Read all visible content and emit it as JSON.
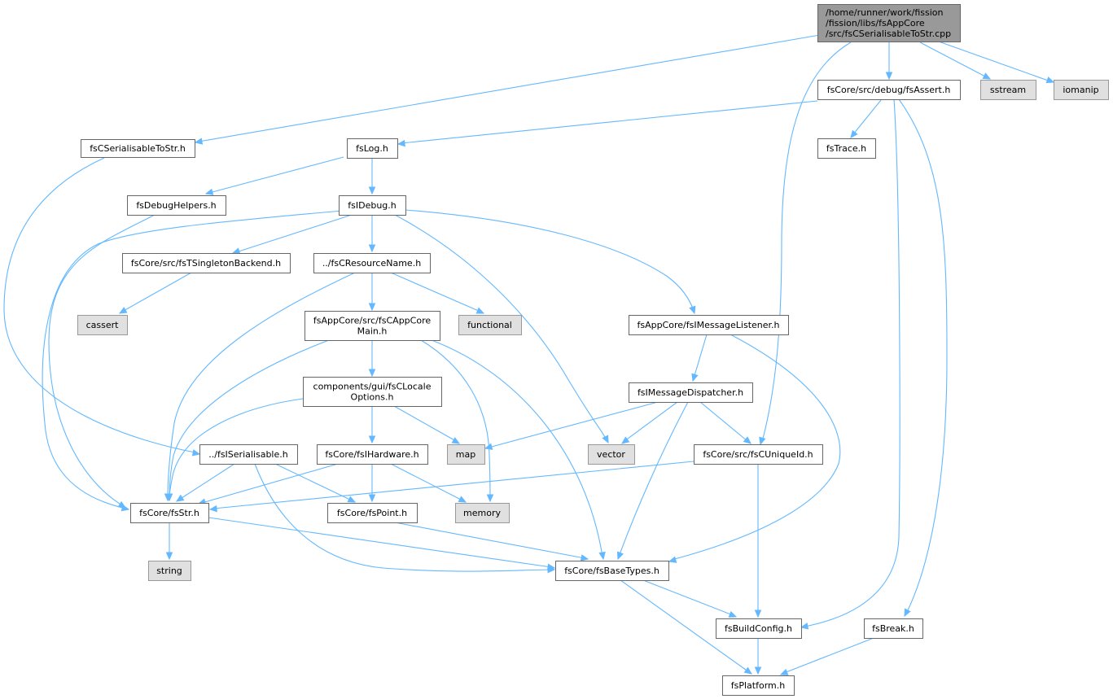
{
  "graph": {
    "colors": {
      "edge": "#63b8ff",
      "root_fill": "#999999",
      "local_fill": "#ffffff",
      "system_fill": "#e0e0e0",
      "border": "#666666"
    },
    "nodes": [
      {
        "id": "root",
        "kind": "root",
        "lines": [
          "/home/runner/work/fission",
          "/fission/libs/fsAppCore",
          "/src/fsCSerialisableToStr.cpp"
        ]
      },
      {
        "id": "fscserialisabletostr_h",
        "kind": "local",
        "lines": [
          "fsCSerialisableToStr.h"
        ]
      },
      {
        "id": "fsassert_h",
        "kind": "local",
        "lines": [
          "fsCore/src/debug/fsAssert.h"
        ]
      },
      {
        "id": "sstream",
        "kind": "system",
        "lines": [
          "sstream"
        ]
      },
      {
        "id": "iomanip",
        "kind": "system",
        "lines": [
          "iomanip"
        ]
      },
      {
        "id": "fslog_h",
        "kind": "local",
        "lines": [
          "fsLog.h"
        ]
      },
      {
        "id": "fstrace_h",
        "kind": "local",
        "lines": [
          "fsTrace.h"
        ]
      },
      {
        "id": "fsdebughelpers_h",
        "kind": "local",
        "lines": [
          "fsDebugHelpers.h"
        ]
      },
      {
        "id": "fsidebug_h",
        "kind": "local",
        "lines": [
          "fsIDebug.h"
        ]
      },
      {
        "id": "fstsingletonbackend_h",
        "kind": "local",
        "lines": [
          "fsCore/src/fsTSingletonBackend.h"
        ]
      },
      {
        "id": "fscresourcename_h",
        "kind": "local",
        "lines": [
          "../fsCResourceName.h"
        ]
      },
      {
        "id": "cassert",
        "kind": "system",
        "lines": [
          "cassert"
        ]
      },
      {
        "id": "fscappcoremain_h",
        "kind": "local",
        "lines": [
          "fsAppCore/src/fsCAppCore",
          "Main.h"
        ]
      },
      {
        "id": "functional",
        "kind": "system",
        "lines": [
          "functional"
        ]
      },
      {
        "id": "fsimessagelistener_h",
        "kind": "local",
        "lines": [
          "fsAppCore/fsIMessageListener.h"
        ]
      },
      {
        "id": "fsclocaleoptions_h",
        "kind": "local",
        "lines": [
          "components/gui/fsCLocale",
          "Options.h"
        ]
      },
      {
        "id": "fsimessagedispatcher_h",
        "kind": "local",
        "lines": [
          "fsIMessageDispatcher.h"
        ]
      },
      {
        "id": "fsiserialisable_h",
        "kind": "local",
        "lines": [
          "../fsISerialisable.h"
        ]
      },
      {
        "id": "fsihardware_h",
        "kind": "local",
        "lines": [
          "fsCore/fsIHardware.h"
        ]
      },
      {
        "id": "map",
        "kind": "system",
        "lines": [
          "map"
        ]
      },
      {
        "id": "vector",
        "kind": "system",
        "lines": [
          "vector"
        ]
      },
      {
        "id": "fscuniqueid_h",
        "kind": "local",
        "lines": [
          "fsCore/src/fsCUniqueId.h"
        ]
      },
      {
        "id": "fsstr_h",
        "kind": "local",
        "lines": [
          "fsCore/fsStr.h"
        ]
      },
      {
        "id": "fspoint_h",
        "kind": "local",
        "lines": [
          "fsCore/fsPoint.h"
        ]
      },
      {
        "id": "memory",
        "kind": "system",
        "lines": [
          "memory"
        ]
      },
      {
        "id": "string",
        "kind": "system",
        "lines": [
          "string"
        ]
      },
      {
        "id": "fsbasetypes_h",
        "kind": "local",
        "lines": [
          "fsCore/fsBaseTypes.h"
        ]
      },
      {
        "id": "fsbuildconfig_h",
        "kind": "local",
        "lines": [
          "fsBuildConfig.h"
        ]
      },
      {
        "id": "fsbreak_h",
        "kind": "local",
        "lines": [
          "fsBreak.h"
        ]
      },
      {
        "id": "fsplatform_h",
        "kind": "local",
        "lines": [
          "fsPlatform.h"
        ]
      }
    ]
  }
}
